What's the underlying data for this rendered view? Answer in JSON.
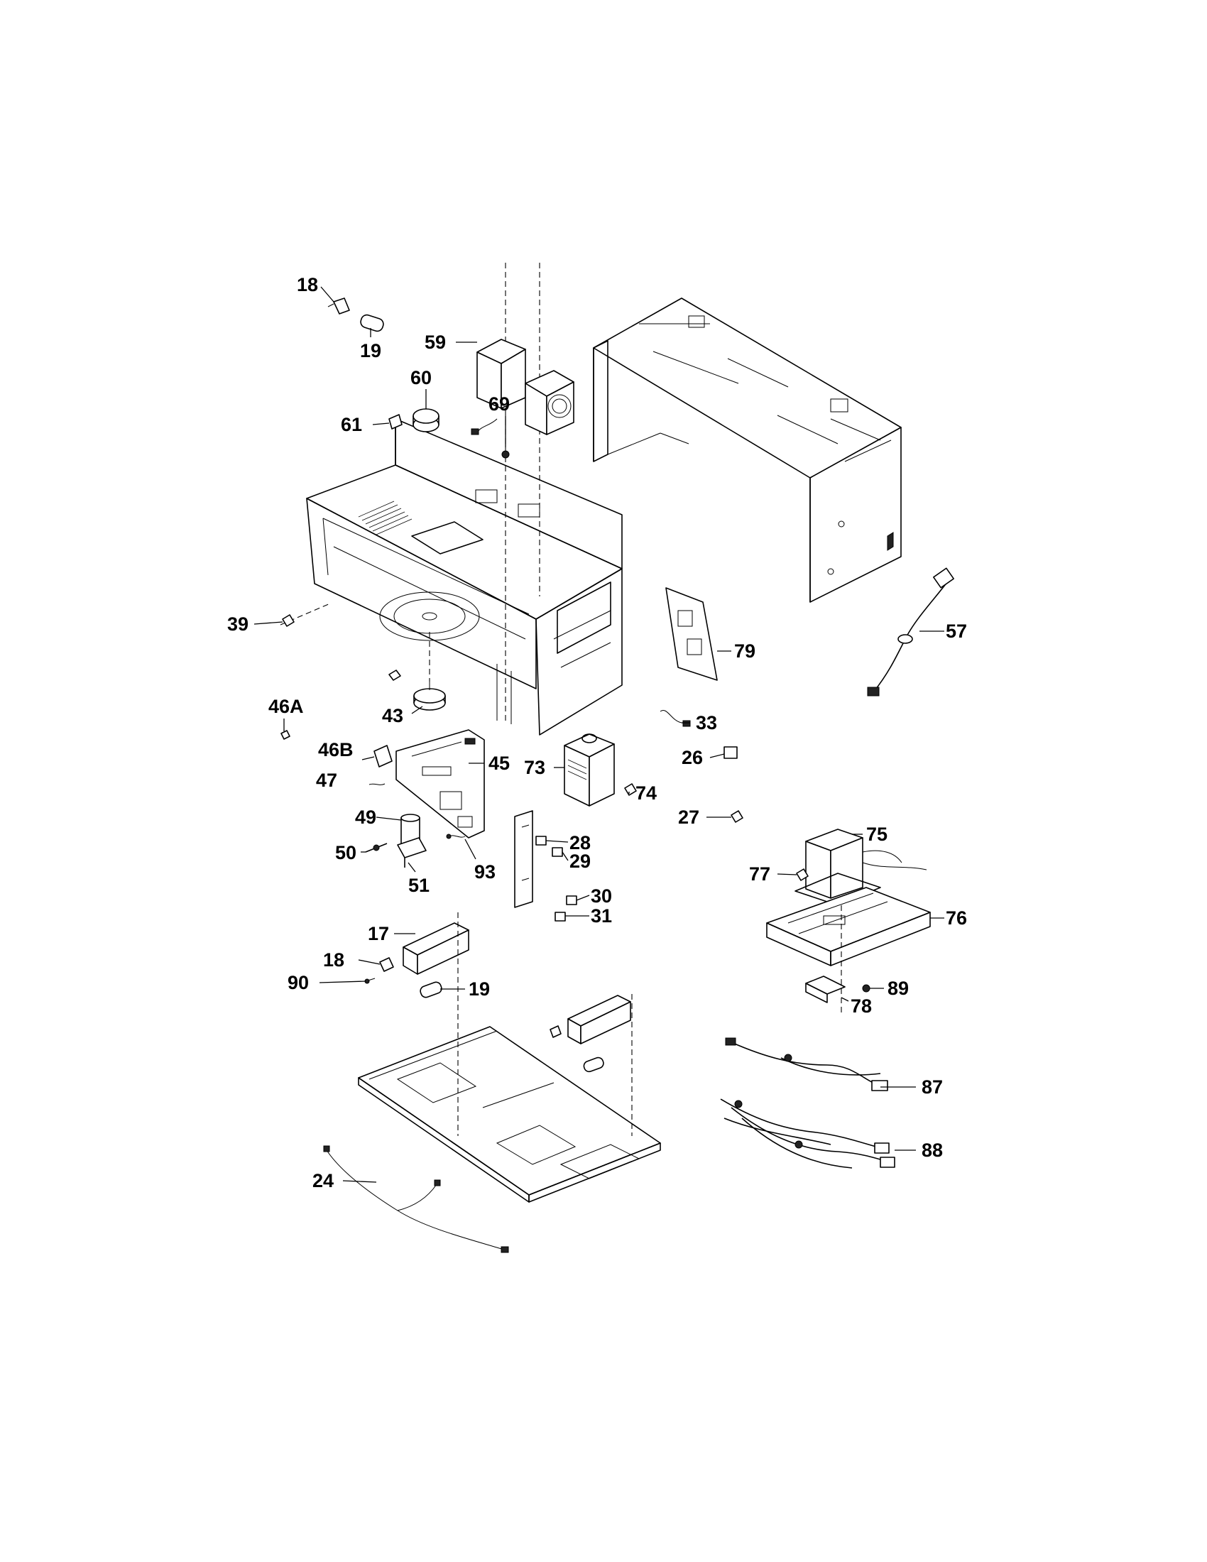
{
  "diagram": {
    "callouts": {
      "c18a": "18",
      "c19a": "19",
      "c59": "59",
      "c60": "60",
      "c61": "61",
      "c69": "69",
      "c39": "39",
      "c46a": "46A",
      "c43": "43",
      "c46b": "46B",
      "c47": "47",
      "c45": "45",
      "c49": "49",
      "c50": "50",
      "c51": "51",
      "c93": "93",
      "c73": "73",
      "c74": "74",
      "c28": "28",
      "c29": "29",
      "c30": "30",
      "c31": "31",
      "c33": "33",
      "c26": "26",
      "c27": "27",
      "c79": "79",
      "c57": "57",
      "c75": "75",
      "c77": "77",
      "c76": "76",
      "c89": "89",
      "c78": "78",
      "c17": "17",
      "c18b": "18",
      "c90": "90",
      "c19b": "19",
      "c87": "87",
      "c88": "88",
      "c24": "24"
    }
  }
}
